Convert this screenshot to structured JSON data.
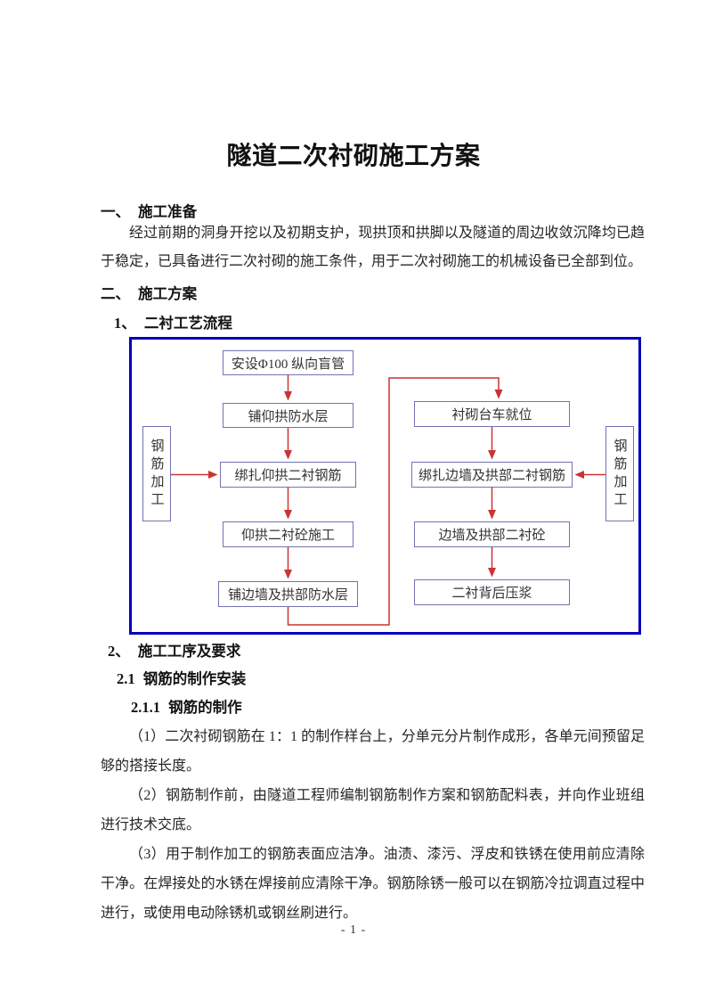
{
  "title": "隧道二次衬砌施工方案",
  "sections": {
    "h1": {
      "num": "一、",
      "label": "施工准备"
    },
    "h2": {
      "num": "二、",
      "label": "施工方案"
    },
    "h2_1": {
      "num": "1、",
      "label": "二衬工艺流程"
    },
    "h3": {
      "num": "2、",
      "label": "施工工序及要求"
    },
    "h3_1": {
      "num": "2.1",
      "label": "钢筋的制作安装"
    },
    "h3_1_1": {
      "num": "2.1.1",
      "label": "钢筋的制作"
    }
  },
  "paragraphs": {
    "prep": "经过前期的洞身开挖以及初期支护，现拱顶和拱脚以及隧道的周边收敛沉降均已趋于稳定，已具备进行二次衬砌的施工条件，用于二次衬砌施工的机械设备已全部到位。",
    "p1": "（1）二次衬砌钢筋在 1：1 的制作样台上，分单元分片制作成形，各单元间预留足够的搭接长度。",
    "p2": "（2）钢筋制作前，由隧道工程师编制钢筋制作方案和钢筋配料表，并向作业班组进行技术交底。",
    "p3": "（3）用于制作加工的钢筋表面应洁净。油渍、漆污、浮皮和铁锈在使用前应清除干净。在焊接处的水锈在焊接前应清除干净。钢筋除锈一般可以在钢筋冷拉调直过程中进行，或使用电动除锈机或钢丝刷进行。"
  },
  "flowchart": {
    "left_steps": [
      "安设Φ100 纵向盲管",
      "铺仰拱防水层",
      "绑扎仰拱二衬钢筋",
      "仰拱二衬砼施工",
      "铺边墙及拱部防水层"
    ],
    "right_steps": [
      "衬砌台车就位",
      "绑扎边墙及拱部二衬钢筋",
      "边墙及拱部二衬砼",
      "二衬背后压浆"
    ],
    "side_label": "钢筋加工",
    "colors": {
      "outer_border": "#0000bd",
      "box_border": "#7373b3",
      "arrow": "#cc3333"
    }
  },
  "footer": {
    "page_number": "- 1 -"
  }
}
